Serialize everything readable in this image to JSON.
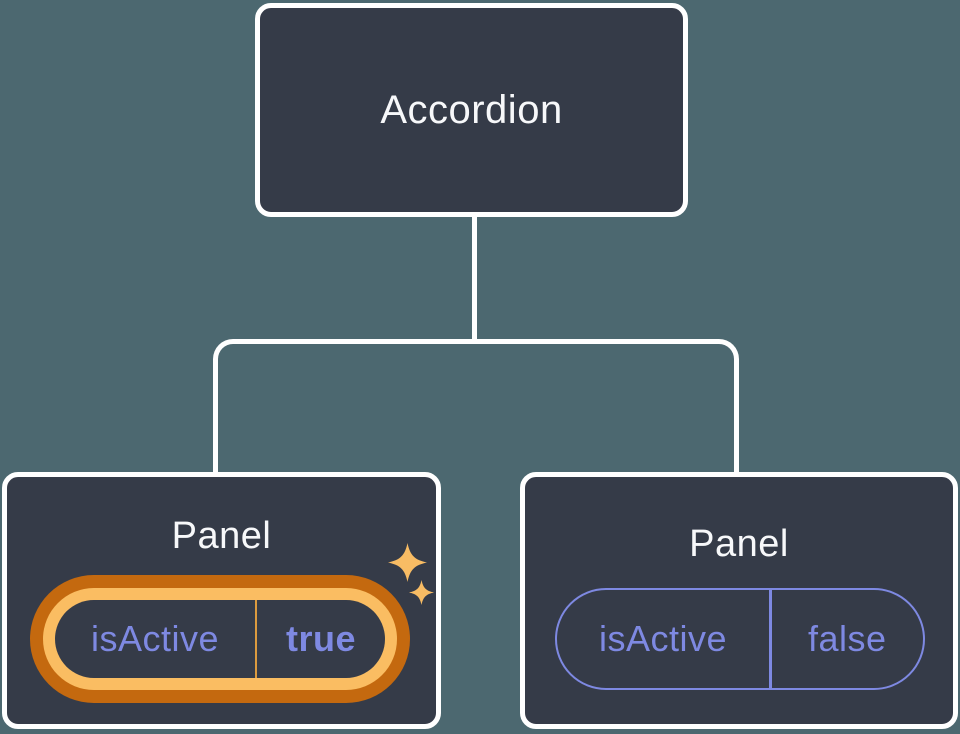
{
  "diagram": {
    "root": {
      "label": "Accordion"
    },
    "children": [
      {
        "title": "Panel",
        "prop": {
          "name": "isActive",
          "value": "true"
        },
        "highlighted": true,
        "icons": [
          "sparkle-large-icon",
          "sparkle-small-icon"
        ]
      },
      {
        "title": "Panel",
        "prop": {
          "name": "isActive",
          "value": "false"
        },
        "highlighted": false
      }
    ]
  },
  "colors": {
    "background": "#4C6870",
    "node_fill": "#353B48",
    "node_border": "#FFFFFF",
    "title_text": "#F7F8FA",
    "prop_text": "#7E89E2",
    "prop_border": "#7E89E2",
    "highlight_outer": "#C4690F",
    "highlight_inner": "#FABD62",
    "highlight_divider": "#DC9B3F",
    "sparkle": "#F8BC64"
  }
}
